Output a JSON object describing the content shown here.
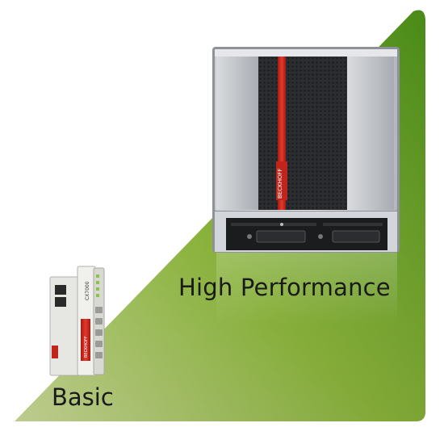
{
  "labels": {
    "high_performance": "High Performance",
    "basic": "Basic"
  },
  "brand": {
    "device_logo": "BECKHOFF",
    "model_text": "CX7000"
  },
  "colors": {
    "triangle_light": "#c6dc7e",
    "triangle_dark": "#4f8f1d",
    "accent_red": "#d22a1e",
    "label": "#1a1a1a"
  },
  "icons": {
    "high_device": "industrial-pc-tower",
    "basic_device": "din-rail-controller"
  }
}
